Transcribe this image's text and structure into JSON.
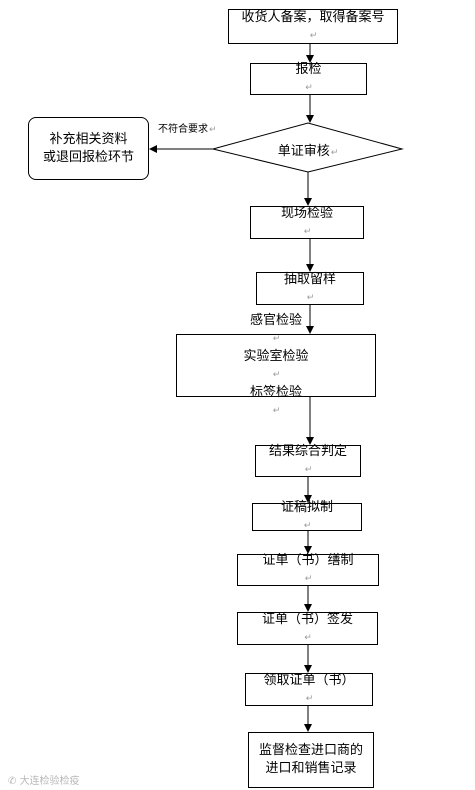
{
  "end_mark": "↵",
  "nodes": {
    "filing": "收货人备案，取得备案号",
    "apply": "报检",
    "review": "单证审核",
    "supplement_line1": "补充相关资料",
    "supplement_line2": "或退回报检环节",
    "onsite": "现场检验",
    "sampling": "抽取留样",
    "sensory": "感官检验",
    "lab": "实验室检验",
    "label": "标签检验",
    "judgement": "结果综合判定",
    "draft": "证稿拟制",
    "prepare": "证单（书）缮制",
    "sign": "证单（书）签发",
    "collect": "领取证单（书）",
    "supervise_line1": "监督检查进口商的",
    "supervise_line2": "进口和销售记录"
  },
  "edge_labels": {
    "noncompliant": "不符合要求"
  },
  "watermark": "大连检验检疫"
}
